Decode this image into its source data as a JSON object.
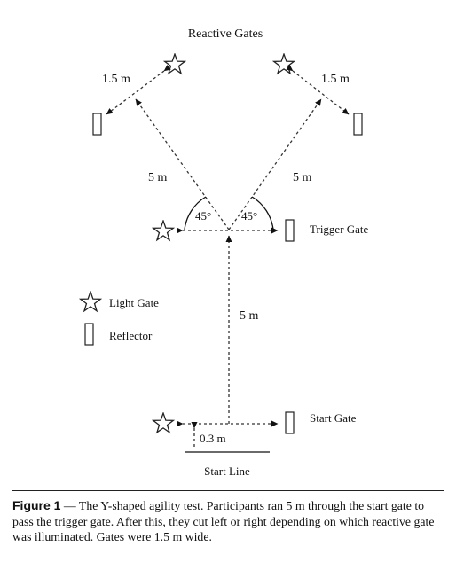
{
  "diagram": {
    "title": "Reactive Gates",
    "dist_reactive_left": "1.5 m",
    "dist_reactive_right": "1.5 m",
    "dist_diag_left": "5 m",
    "dist_diag_right": "5 m",
    "angle_left": "45°",
    "angle_right": "45°",
    "trigger_gate": "Trigger Gate",
    "dist_straight": "5 m",
    "start_gate": "Start Gate",
    "dist_start_line": "0.3 m",
    "start_line": "Start Line"
  },
  "legend": {
    "light_gate": "Light Gate",
    "reflector": "Reflector"
  },
  "caption": {
    "figure_label": "Figure 1",
    "text": " — The Y-shaped agility test. Participants ran 5 m through the start gate to pass the trigger gate. After this, they cut left or right depending on which reactive gate was illuminated. Gates were 1.5 m wide."
  }
}
